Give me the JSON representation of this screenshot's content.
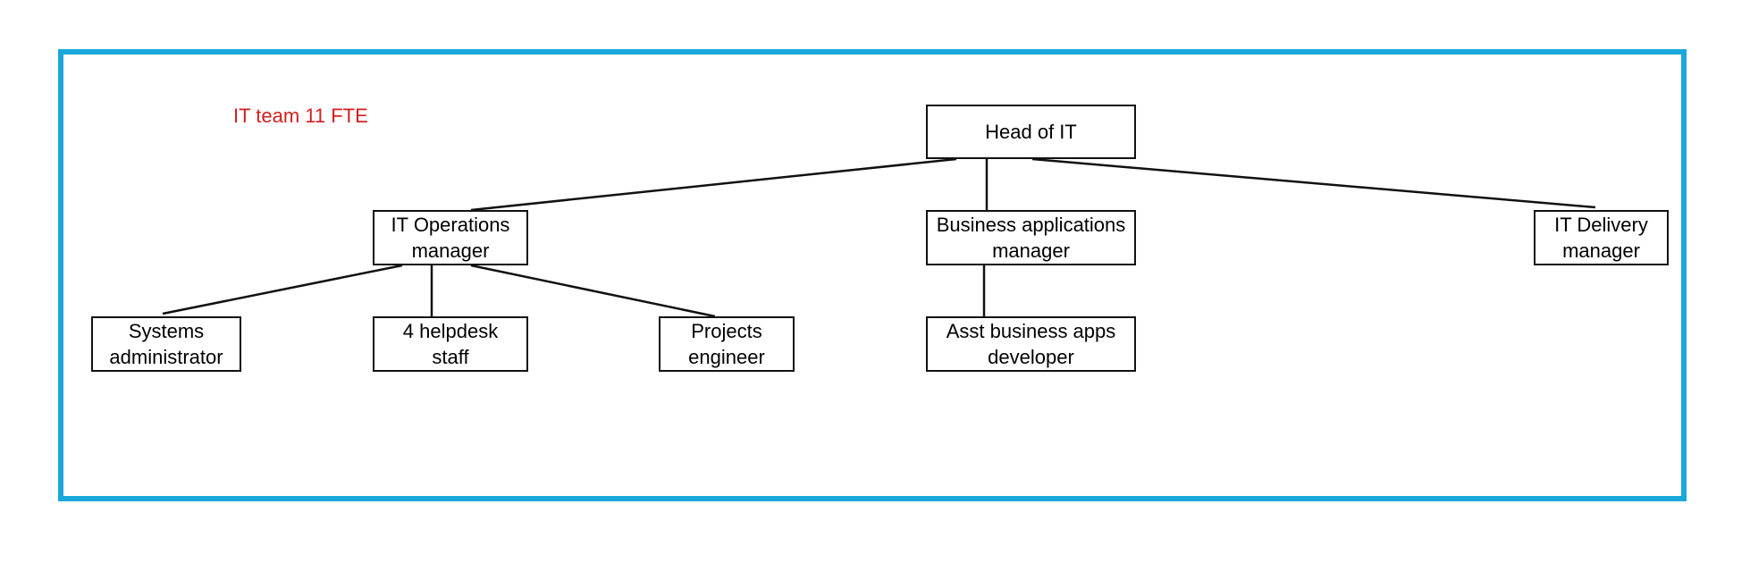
{
  "caption": "IT team 11 FTE",
  "colors": {
    "frame": "#1aa8dc",
    "caption": "#d21f1f",
    "box_border": "#111111"
  },
  "org_chart": {
    "root": {
      "lines": [
        "Head of IT"
      ],
      "children": [
        {
          "lines": [
            "IT Operations",
            "manager"
          ],
          "children": [
            {
              "lines": [
                "Systems",
                "administrator"
              ]
            },
            {
              "lines": [
                "4 helpdesk",
                "staff"
              ]
            },
            {
              "lines": [
                "Projects",
                "engineer"
              ]
            }
          ]
        },
        {
          "lines": [
            "Business applications",
            "manager"
          ],
          "children": [
            {
              "lines": [
                "Asst business apps",
                "developer"
              ]
            }
          ]
        },
        {
          "lines": [
            "IT Delivery",
            "manager"
          ]
        }
      ]
    }
  }
}
